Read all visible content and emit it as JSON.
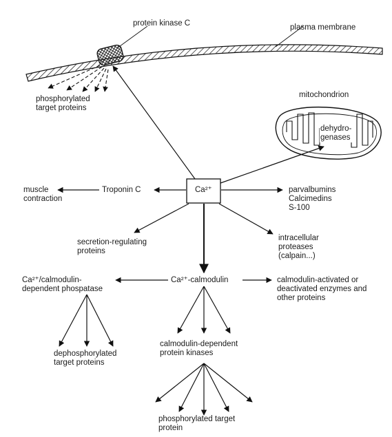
{
  "labels": {
    "protein_kinase_c": "protein kinase C",
    "plasma_membrane": "plasma membrane",
    "phosphorylated_target_proteins": [
      "phosphorylated",
      "target proteins"
    ],
    "mitochondrion": "mitochondrion",
    "dehydrogenases": [
      "dehydro-",
      "genases"
    ],
    "calcium_ion": "Ca²⁺",
    "troponin_c": "Troponin C",
    "muscle_contraction": [
      "muscle",
      "contraction"
    ],
    "ca_binding_proteins": [
      "parvalbumins",
      "Calcimedins",
      "S-100"
    ],
    "secretion_regulating_proteins": [
      "secretion-regulating",
      "proteins"
    ],
    "intracellular_proteases": [
      "intracellular",
      "proteases",
      "(calpain...)"
    ],
    "ca_calmodulin": "Ca²⁺-calmodulin",
    "ca_calmodulin_phosphatase": [
      "Ca²⁺/calmodulin-",
      "dependent phospatase"
    ],
    "calmodulin_activated_enzymes": [
      "calmodulin-activated or",
      "deactivated enzymes and",
      "other proteins"
    ],
    "dephosphorylated_target_proteins": [
      "dephosphorylated",
      "target proteins"
    ],
    "calmodulin_dependent_kinases": [
      "calmodulin-dependent",
      "protein kinases"
    ],
    "phosphorylated_target_protein": [
      "phosphorylated target",
      "protein"
    ]
  }
}
